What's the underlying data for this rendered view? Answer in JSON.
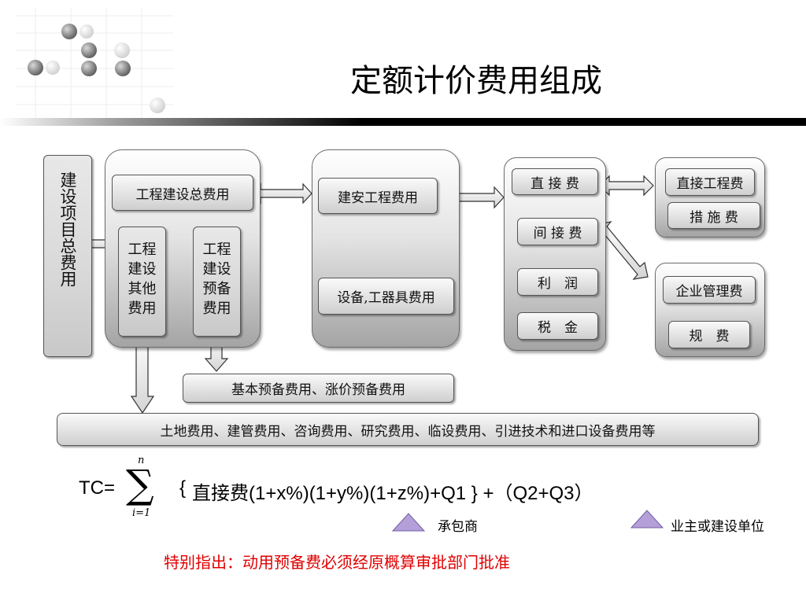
{
  "title": "定额计价费用组成",
  "left_vertical": "建设项目总费用",
  "group1": {
    "total": "工程建设总费用",
    "other": "工程建设其他费用",
    "reserve": "工程建设预备费用"
  },
  "group2": {
    "install": "建安工程费用",
    "equipment": "设备,工器具费用"
  },
  "group3": {
    "direct": "直 接 费",
    "indirect": "间 接 费",
    "profit": "利　润",
    "tax": "税　金"
  },
  "group4": {
    "direct_eng": "直接工程费",
    "measures": "措 施 费"
  },
  "group5": {
    "mgmt": "企业管理费",
    "fees": "规　费"
  },
  "reserve_detail": "基本预备费用、涨价预备费用",
  "other_detail": "土地费用、建管费用、咨询费用、研究费用、临设费用、引进技术和进口设备费用等",
  "formula": {
    "lhs": "TC=",
    "sum_top": "n",
    "sum_bottom": "i=1",
    "brace_open": "{",
    "body_cn": "直接费",
    "body_rest": "(1+x%)(1+y%)(1+z%)+Q1 } +（Q2+Q3）"
  },
  "label_contractor": "承包商",
  "label_owner": "业主或建设单位",
  "note": "特别指出：动用预备费必须经原概算审批部门批准",
  "colors": {
    "note": "#e00000",
    "triangle": "#b49fd8"
  }
}
